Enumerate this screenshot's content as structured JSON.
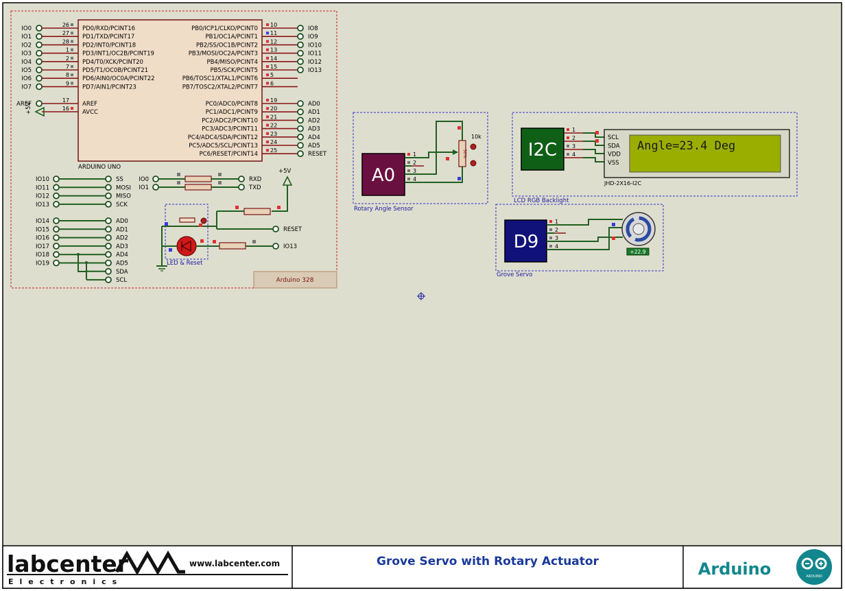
{
  "title_block": {
    "company_name": "labcenter",
    "company_sub": "Electronics",
    "website": "www.labcenter.com",
    "title": "Grove Servo with Rotary Actuator",
    "brand": "Arduino",
    "logo_caption": "ARDUINO"
  },
  "mcu": {
    "part_label": "ARDUINO UNO",
    "frame_label": "Arduino 328",
    "left_pins": [
      {
        "net": "IO0",
        "num": "26",
        "name": "PD0/RXD/PCINT16"
      },
      {
        "net": "IO1",
        "num": "27",
        "name": "PD1/TXD/PCINT17"
      },
      {
        "net": "IO2",
        "num": "28",
        "name": "PD2/INT0/PCINT18"
      },
      {
        "net": "IO3",
        "num": "1",
        "name": "PD3/INT1/OC2B/PCINT19"
      },
      {
        "net": "IO4",
        "num": "2",
        "name": "PD4/T0/XCK/PCINT20"
      },
      {
        "net": "IO5",
        "num": "7",
        "name": "PD5/T1/OC0B/PCINT21"
      },
      {
        "net": "IO6",
        "num": "8",
        "name": "PD6/AIN0/OC0A/PCINT22"
      },
      {
        "net": "IO7",
        "num": "9",
        "name": "PD7/AIN1/PCINT23"
      }
    ],
    "aref_pins": [
      {
        "net": "AREF",
        "num": "17",
        "name": "AREF"
      },
      {
        "net": "+5V",
        "num": "16",
        "name": "AVCC"
      }
    ],
    "right_pins": [
      {
        "net": "IO8",
        "num": "10",
        "name": "PB0/ICP1/CLKO/PCINT0"
      },
      {
        "net": "IO9",
        "num": "11",
        "name": "PB1/OC1A/PCINT1"
      },
      {
        "net": "IO10",
        "num": "12",
        "name": "PB2/SS/OC1B/PCINT2"
      },
      {
        "net": "IO11",
        "num": "13",
        "name": "PB3/MOSI/OC2A/PCINT3"
      },
      {
        "net": "IO12",
        "num": "14",
        "name": "PB4/MISO/PCINT4"
      },
      {
        "net": "IO13",
        "num": "15",
        "name": "PB5/SCK/PCINT5"
      },
      {
        "net": "",
        "num": "5",
        "name": "PB6/TOSC1/XTAL1/PCINT6"
      },
      {
        "net": "",
        "num": "6",
        "name": "PB7/TOSC2/XTAL2/PCINT7"
      }
    ],
    "right_pins_c": [
      {
        "net": "AD0",
        "num": "19",
        "name": "PC0/ADC0/PCINT8"
      },
      {
        "net": "AD1",
        "num": "20",
        "name": "PC1/ADC1/PCINT9"
      },
      {
        "net": "AD2",
        "num": "21",
        "name": "PC2/ADC2/PCINT10"
      },
      {
        "net": "AD3",
        "num": "22",
        "name": "PC3/ADC3/PCINT11"
      },
      {
        "net": "AD4",
        "num": "23",
        "name": "PC4/ADC4/SDA/PCINT12"
      },
      {
        "net": "AD5",
        "num": "24",
        "name": "PC5/ADC5/SCL/PCINT13"
      },
      {
        "net": "RESET",
        "num": "25",
        "name": "PC6/RESET/PCINT14"
      }
    ],
    "extra_pairs": [
      {
        "left": "IO10",
        "right": "SS"
      },
      {
        "left": "IO11",
        "right": "MOSI"
      },
      {
        "left": "IO12",
        "right": "MISO"
      },
      {
        "left": "IO13",
        "right": "SCK"
      }
    ],
    "analog_pairs": [
      {
        "left": "IO14",
        "right": "AD0"
      },
      {
        "left": "IO15",
        "right": "AD1"
      },
      {
        "left": "IO16",
        "right": "AD2"
      },
      {
        "left": "IO17",
        "right": "AD3"
      },
      {
        "left": "IO18",
        "right": "AD4"
      },
      {
        "left": "IO19",
        "right": "AD5"
      },
      {
        "left": "",
        "right": "SDA"
      },
      {
        "left": "",
        "right": "SCL"
      }
    ],
    "serial": [
      {
        "left": "IO0",
        "right": "RXD"
      },
      {
        "left": "IO1",
        "right": "TXD"
      }
    ],
    "vcc_label": "+5V",
    "reset_label": "RESET",
    "led_net": "IO13",
    "led_group_label": "LED & Reset"
  },
  "sensor": {
    "module_label": "A0",
    "pins": [
      "1",
      "2",
      "3",
      "4"
    ],
    "pot_value": "10k",
    "pot_label": "50%",
    "group_label": "Rotary Angle Sensor"
  },
  "lcd": {
    "module_label": "I2C",
    "pins": [
      "1",
      "2",
      "3",
      "4"
    ],
    "lcd_pins": [
      "SCL",
      "SDA",
      "VDD",
      "VSS"
    ],
    "display_text": "Angle=23.4 Deg",
    "part_label": "JHD-2X16-I2C",
    "group_label": "LCD RGB Backlight"
  },
  "servo": {
    "module_label": "D9",
    "pins": [
      "1",
      "2",
      "3",
      "4"
    ],
    "readout": "+22.9",
    "group_label": "Grove Servo"
  },
  "colors": {
    "sheet_bg": "#dedecf",
    "mcu_body": "#f0ddc8",
    "sensor_module": "#6a1040",
    "lcd_module": "#0f5f17",
    "servo_module": "#11117a",
    "lcd_screen": "#9aae00",
    "title_blue": "#1a3a9a",
    "brand_teal": "#11868c"
  }
}
